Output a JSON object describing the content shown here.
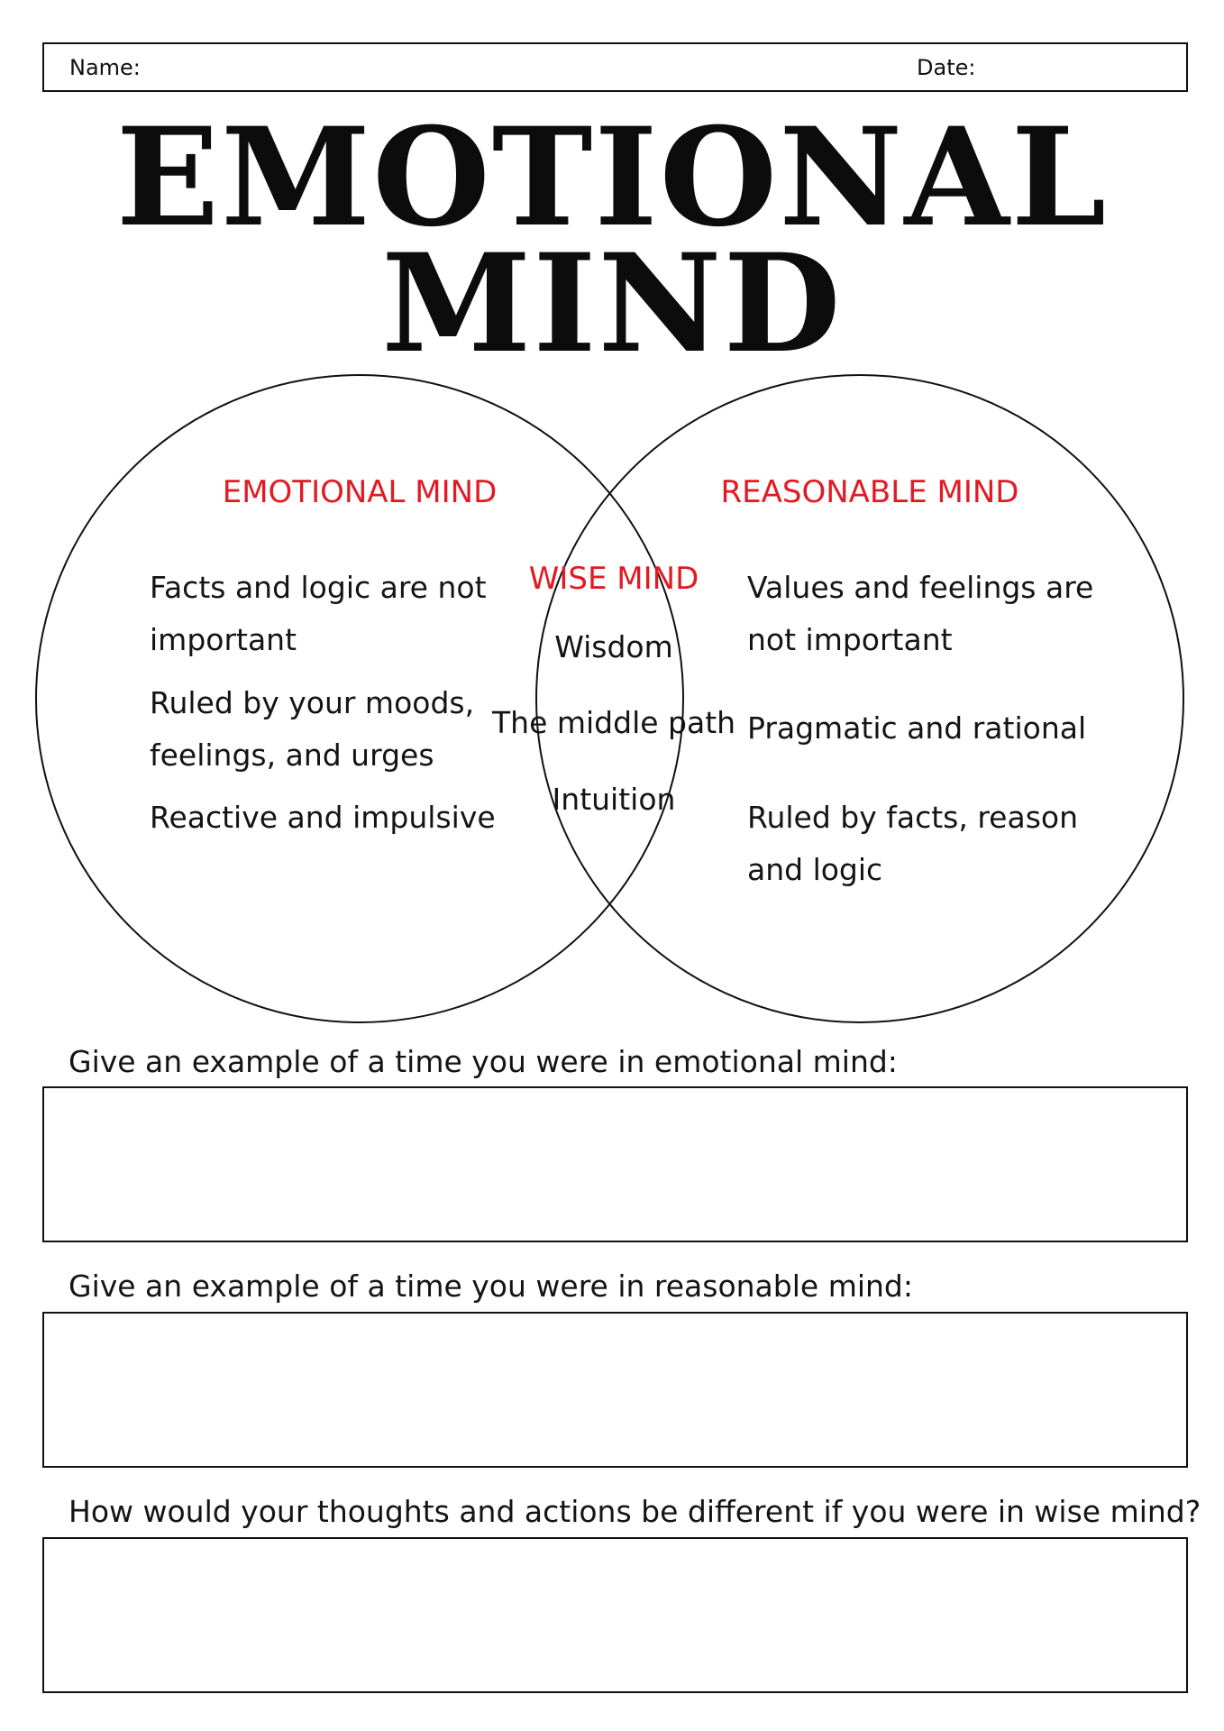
{
  "header": {
    "name_label": "Name:",
    "date_label": "Date:"
  },
  "title": {
    "line1": "EMOTIONAL",
    "line2": "MIND"
  },
  "venn": {
    "left": {
      "heading": "EMOTIONAL MIND",
      "items": [
        "Facts and logic are not",
        "important",
        "Ruled by your moods,",
        "feelings, and urges",
        "Reactive and impulsive"
      ]
    },
    "middle": {
      "heading": "WISE MIND",
      "items": [
        "Wisdom",
        "The middle path",
        "Intuition"
      ]
    },
    "right": {
      "heading": "REASONABLE MIND",
      "items": [
        "Values and feelings are",
        "not important",
        "Pragmatic and rational",
        "Ruled by facts, reason",
        "and logic"
      ]
    }
  },
  "questions": [
    "Give an example of a time you were in emotional mind:",
    "Give an example of a time you were in reasonable mind:",
    "How would your thoughts and actions be different if you were in wise mind?"
  ],
  "colors": {
    "heading_red": "#e01b24",
    "text": "#141414"
  }
}
